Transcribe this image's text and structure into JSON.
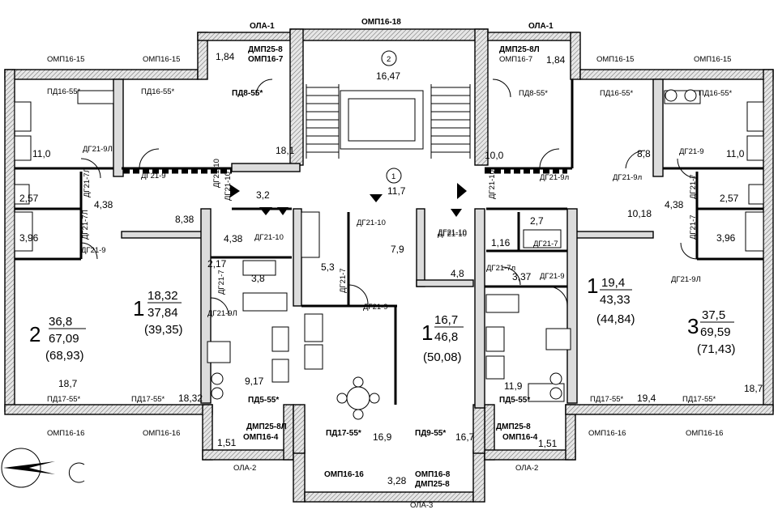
{
  "plan": {
    "elements_top": [
      "ОЛА-1",
      "ОМП16-18",
      "ОЛА-1"
    ],
    "elements_outer": [
      "ОМП16-15",
      "ОМП16-15",
      "ОМП16-15",
      "ОМП16-15",
      "ОМП16-16",
      "ОМП16-16",
      "ОМП16-16",
      "ОМП16-16"
    ],
    "bottom_elements": [
      "ОЛА-2",
      "ОЛА-2",
      "ОЛА-3",
      "ОМП16-16",
      "ОМП16-8",
      "ДМП25-8"
    ],
    "balconies": [
      "1,84",
      "1,84",
      "1,51",
      "1,51",
      "3,28"
    ],
    "stair_marks": [
      {
        "num": "2",
        "area": "16,47"
      },
      {
        "num": "1",
        "area": "11,7"
      }
    ],
    "apartments": [
      {
        "num": "2",
        "living": "36,8",
        "total": "67,09",
        "with_balcony": "(68,93)"
      },
      {
        "num": "1",
        "living": "18,32",
        "total": "37,84",
        "with_balcony": "(39,35)"
      },
      {
        "num": "1",
        "living": "16,7",
        "total": "46,8",
        "with_balcony": "(50,08)"
      },
      {
        "num": "1",
        "living": "19,4",
        "total": "43,33",
        "with_balcony": "(44,84)"
      },
      {
        "num": "3",
        "living": "37,5",
        "total": "69,59",
        "with_balcony": "(71,43)"
      }
    ],
    "room_areas": [
      "11,0",
      "2,57",
      "3,96",
      "4,38",
      "8,38",
      "18,1",
      "3,2",
      "4,38",
      "2,17",
      "3,8",
      "5,3",
      "7,9",
      "10,0",
      "8,8",
      "11,0",
      "2,57",
      "3,96",
      "4,38",
      "10,18",
      "2,7",
      "1,16",
      "4,8",
      "3,37",
      "18,7",
      "18,32",
      "9,17",
      "16,9",
      "16,7",
      "11,9",
      "19,4",
      "18,7"
    ],
    "doors": [
      "ДГ21-9Л",
      "ДГ21-7Л",
      "ДГ21-9",
      "ДГ21-9",
      "ДГ21-10",
      "ДГ21-10",
      "ДГ21-10",
      "ДГ21-10",
      "ДГ21-7",
      "ДГ21-9Л",
      "ДГ21-7",
      "ДГ21-9",
      "ДГ21-10",
      "ДГ21-9л",
      "ДГ21-9л",
      "ДГ21-7",
      "ДГ21-7л",
      "ДГ21-9",
      "ДГ21-9",
      "ДГ21-7",
      "ДГ21-7",
      "ДГ21-9Л",
      "ДГ21-10",
      "ДГ21-10",
      "ДГ21-7Л"
    ],
    "partitions": [
      "ПД16-55*",
      "ПД16-55*",
      "ПД8-55*",
      "ПД8-55*",
      "ПД16-55*",
      "ПД16-55*",
      "ПД17-55*",
      "ПД17-55*",
      "ПД5-55*",
      "ПД17-55*",
      "ПД9-55*",
      "ПД5-55*",
      "ПД17-55*",
      "ПД17-55*"
    ],
    "blocks": [
      "ДМП25-8",
      "ОМП16-7",
      "ДМП25-8Л",
      "ОМП16-7",
      "ДМП25-8Л",
      "ОМП16-4",
      "ДМП25-8",
      "ОМП16-4"
    ]
  }
}
